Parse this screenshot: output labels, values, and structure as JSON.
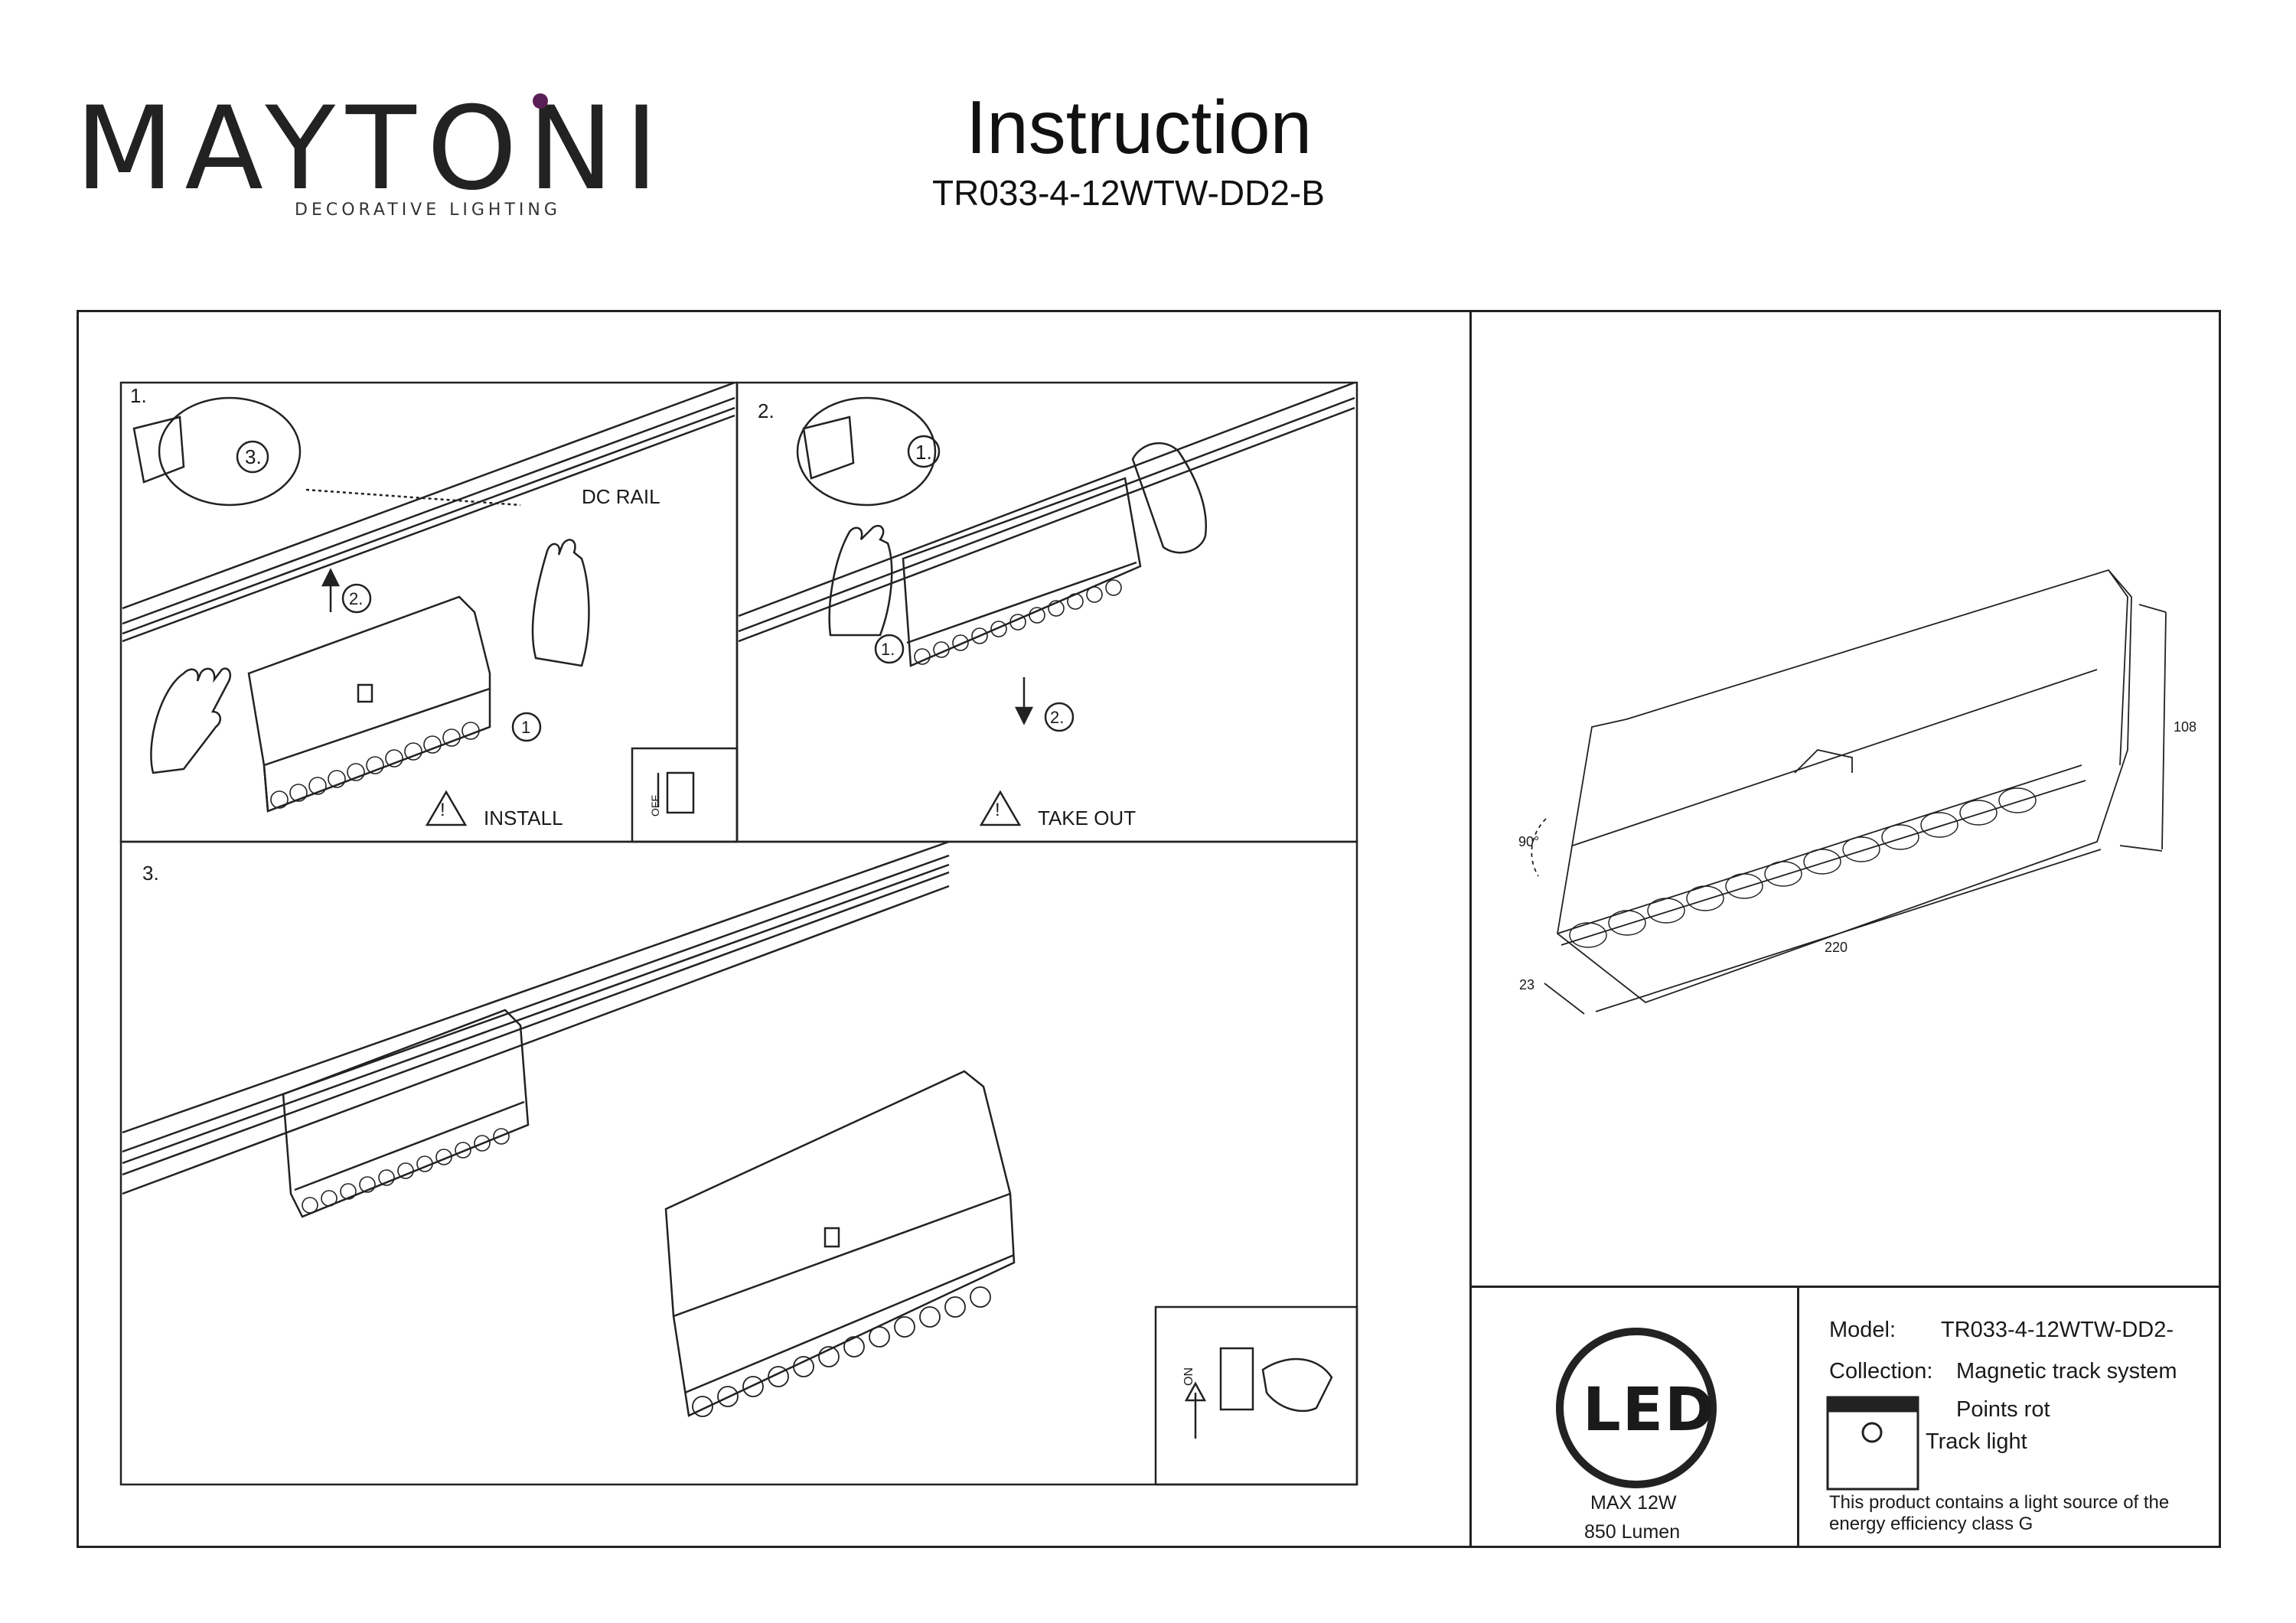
{
  "header": {
    "brand_name": "MAYTONI",
    "brand_tagline": "DECORATIVE LIGHTING",
    "title": "Instruction",
    "model_code": "TR033-4-12WTW-DD2-B"
  },
  "steps": {
    "step1": {
      "number": "1.",
      "rail_label": "DC RAIL",
      "callout_a": "3.",
      "callout_b": "2.",
      "callout_c": "1",
      "warning_label": "INSTALL"
    },
    "step2": {
      "number": "2.",
      "callout_a": "1.",
      "callout_b": "1.",
      "callout_c": "2.",
      "warning_label": "TAKE OUT"
    },
    "step3": {
      "number": "3.",
      "switch_state": "ON"
    },
    "step1_switch_state": "OFF"
  },
  "dimensions": {
    "height": "108",
    "length": "220",
    "width": "23",
    "rotation": "90°"
  },
  "specs": {
    "led_label": "LED",
    "power": "MAX 12W",
    "lumen": "850 Lumen"
  },
  "product_info": {
    "model_label": "Model:",
    "model_value": "TR033-4-12WTW-DD2-",
    "collection_label": "Collection:",
    "collection_value": "Magnetic track system",
    "collection_extra": "Points rot",
    "type_value": "Track light",
    "energy_note_line1": "This product contains a light source of the",
    "energy_note_line2": "energy efficiency class G"
  }
}
